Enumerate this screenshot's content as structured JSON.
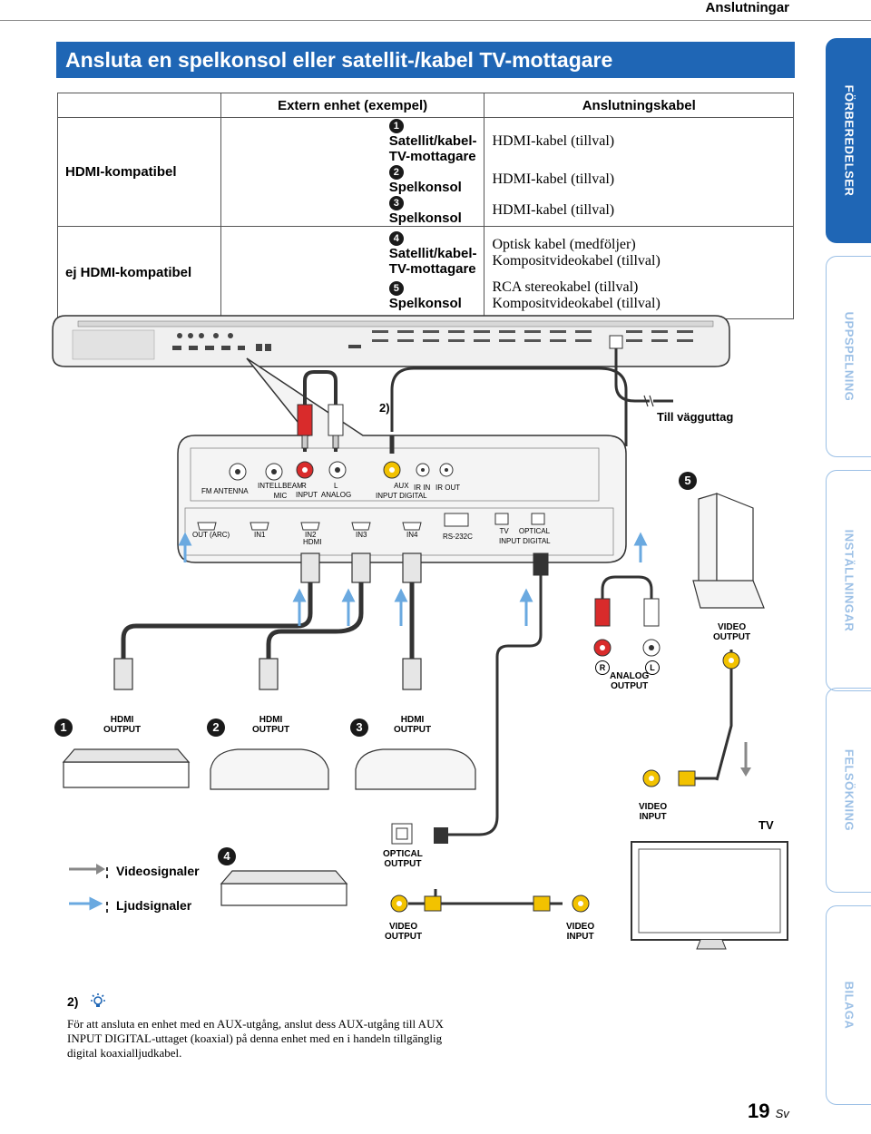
{
  "header": {
    "section": "Anslutningar"
  },
  "title": "Ansluta en spelkonsol eller satellit-/kabel TV-mottagare",
  "table": {
    "col_device": "Extern enhet (exempel)",
    "col_cable": "Anslutningskabel",
    "group1": "HDMI-kompatibel",
    "group2": "ej HDMI-kompatibel",
    "rows": [
      {
        "num": "1",
        "device": "Satellit/kabel-TV-mottagare",
        "cable": "HDMI-kabel (tillval)"
      },
      {
        "num": "2",
        "device": "Spelkonsol",
        "cable": "HDMI-kabel (tillval)"
      },
      {
        "num": "3",
        "device": "Spelkonsol",
        "cable": "HDMI-kabel (tillval)"
      },
      {
        "num": "4",
        "device": "Satellit/kabel-TV-mottagare",
        "cable": "Optisk kabel (medföljer)",
        "cable2": "Kompositvideokabel (tillval)"
      },
      {
        "num": "5",
        "device": "Spelkonsol",
        "cable": "RCA stereokabel (tillval)",
        "cable2": "Kompositvideokabel (tillval)"
      }
    ]
  },
  "tabs": [
    "FÖRBEREDELSER",
    "UPPSPELNING",
    "INSTÄLLNINGAR",
    "FELSÖKNING",
    "BILAGA"
  ],
  "diagram": {
    "ref2": "2)",
    "wall": "Till vägguttag",
    "fm": "FM ANTENNA",
    "mic": "INTELLBEAM\nMIC",
    "r": "R",
    "l": "L",
    "analog_in": "INPUT  ANALOG",
    "aux": "AUX\nINPUT DIGITAL",
    "irin": "IR IN",
    "irout": "IR OUT",
    "out_arc": "OUT (ARC)",
    "in1": "IN1",
    "in2": "IN2",
    "hdmi": "HDMI",
    "in3": "IN3",
    "in4": "IN4",
    "rs232": "RS-232C",
    "tv_opt": "TV     OPTICAL\nINPUT DIGITAL",
    "hdmi_out": "HDMI\nOUTPUT",
    "video_out": "VIDEO\nOUTPUT",
    "analog_out": "ANALOG\nOUTPUT",
    "r_badge": "R",
    "l_badge": "L",
    "video_in": "VIDEO\nINPUT",
    "optical_out": "OPTICAL\nOUTPUT",
    "tv": "TV",
    "n1": "1",
    "n2": "2",
    "n3": "3",
    "n4": "4",
    "n5": "5",
    "colors": {
      "hdmi": "#e6e6e6",
      "red": "#d92b2b",
      "yellow": "#f2c200",
      "arrow_blue": "#6aa9e0",
      "accent": "#1f66b5"
    }
  },
  "legend": {
    "video": "Videosignaler",
    "audio": "Ljudsignaler"
  },
  "note": {
    "mark": "2)",
    "icon": "lightbulb-icon",
    "text": "För att ansluta en enhet med en AUX-utgång, anslut dess AUX-utgång till AUX INPUT DIGITAL-uttaget (koaxial) på denna enhet med en i handeln tillgänglig digital koaxialljudkabel."
  },
  "page": {
    "number": "19",
    "lang": "Sv"
  }
}
